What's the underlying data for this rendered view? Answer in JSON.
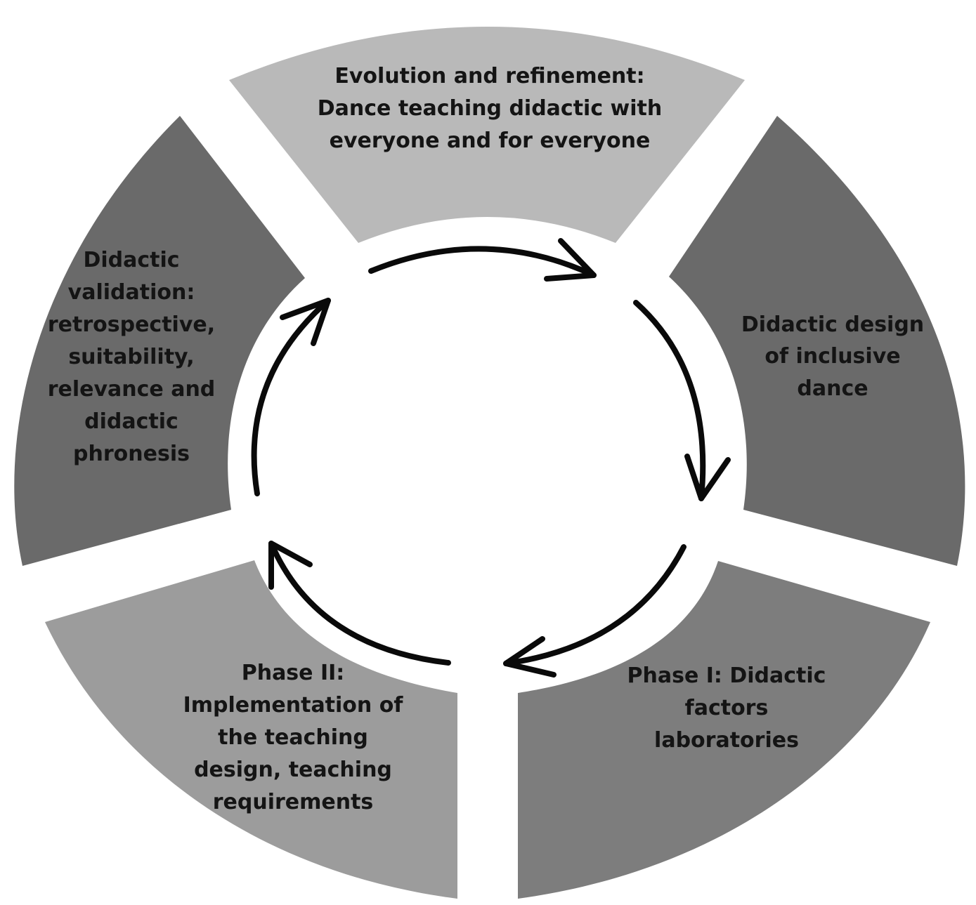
{
  "diagram": {
    "type": "cycle",
    "direction": "clockwise",
    "segments": [
      {
        "id": "evolution",
        "lines": [
          "Evolution and refinement:",
          "Dance teaching didactic with",
          "everyone and for everyone"
        ],
        "fill": "#b9b9b9"
      },
      {
        "id": "design",
        "lines": [
          "Didactic design",
          "of inclusive",
          "dance"
        ],
        "fill": "#6a6a6a"
      },
      {
        "id": "phase-one",
        "lines": [
          "Phase I: Didactic",
          "factors",
          "laboratories"
        ],
        "fill": "#7d7d7d"
      },
      {
        "id": "phase-two",
        "lines": [
          "Phase II:",
          "Implementation of",
          "the teaching",
          "design, teaching",
          "requirements"
        ],
        "fill": "#9c9c9c"
      },
      {
        "id": "validation",
        "lines": [
          "Didactic",
          "validation:",
          "retrospective,",
          "suitability,",
          "relevance and",
          "didactic",
          "phronesis"
        ],
        "fill": "#6a6a6a"
      }
    ],
    "arrow_color": "#0a0a0a",
    "background": "#ffffff"
  }
}
